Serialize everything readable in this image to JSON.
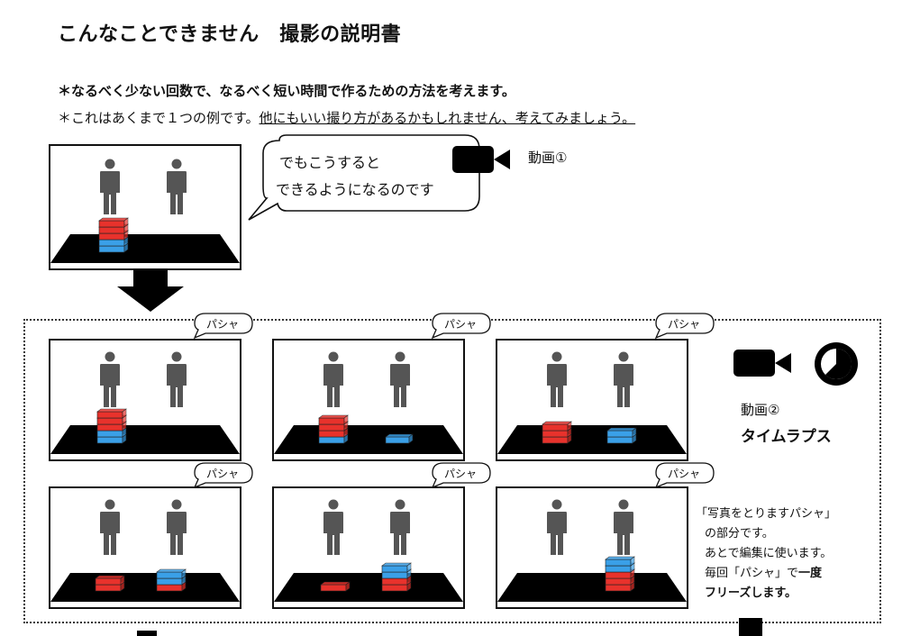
{
  "title": "こんなことできません　撮影の説明書",
  "notes": {
    "line1": "＊なるべく少ない回数で、なるべく短い時間で作るための方法を考えます。",
    "line2_prefix": "＊これはあくまで１つの例です。",
    "line2_underlined": "他にもいい撮り方があるかもしれません、考えてみましょう。"
  },
  "speech_bubble": {
    "line1": "でもこうすると",
    "line2": "できるようになるのです"
  },
  "video1_label": "動画①",
  "shutter_label": "パシャ",
  "video2": {
    "label": "動画②",
    "mode": "タイムラプス"
  },
  "side_note": {
    "line1": "「写真をとりますパシャ」",
    "line2": "の部分です。",
    "line3": "あとで編集に使います。",
    "line4_prefix": "毎回「パシャ」で",
    "line4_bold": "一度",
    "line5_bold": "フリーズします。"
  },
  "icons": {
    "camera": "video-camera-icon",
    "timer": "timer-icon",
    "arrow": "down-arrow-icon",
    "person": "person-icon"
  },
  "colors": {
    "red_block": "#e8322c",
    "blue_block": "#3aa0e8",
    "person": "#555555",
    "floor": "#000000"
  }
}
